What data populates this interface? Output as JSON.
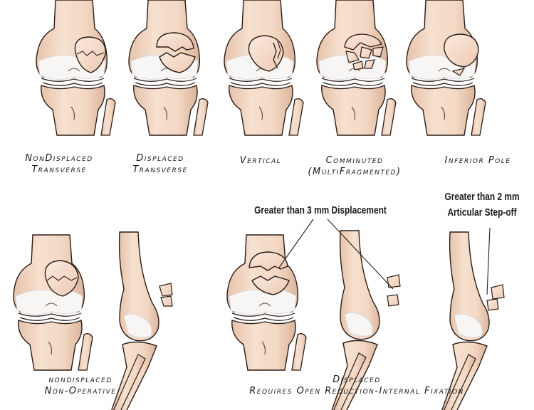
{
  "colors": {
    "bone": "#f4dbc8",
    "bone_shade": "#e2bca4",
    "cartilage": "#f7f5f4",
    "outline": "#2a1c17"
  },
  "top_row": [
    {
      "id": "nondisplaced-transverse",
      "line1": "NonDisplaced",
      "line2": "Transverse"
    },
    {
      "id": "displaced-transverse",
      "line1": "Displaced",
      "line2": "Transverse"
    },
    {
      "id": "vertical",
      "line1": "Vertical",
      "line2": ""
    },
    {
      "id": "comminuted",
      "line1": "Comminuted",
      "line2": "(MultiFragmented)"
    },
    {
      "id": "inferior-pole",
      "line1": "Inferior Pole",
      "line2": ""
    }
  ],
  "bottom_row": {
    "nondisplaced": {
      "line1": "nondisplaced",
      "line2": "Non-Operative"
    },
    "displaced": {
      "line1": "Displaced",
      "line2": "Requires Open Reduction-Internal Fixation"
    }
  },
  "annotations": {
    "displacement": "Greater than 3 mm Displacement",
    "step_off_line1": "Greater than 2 mm",
    "step_off_line2": "Articular Step-off"
  }
}
